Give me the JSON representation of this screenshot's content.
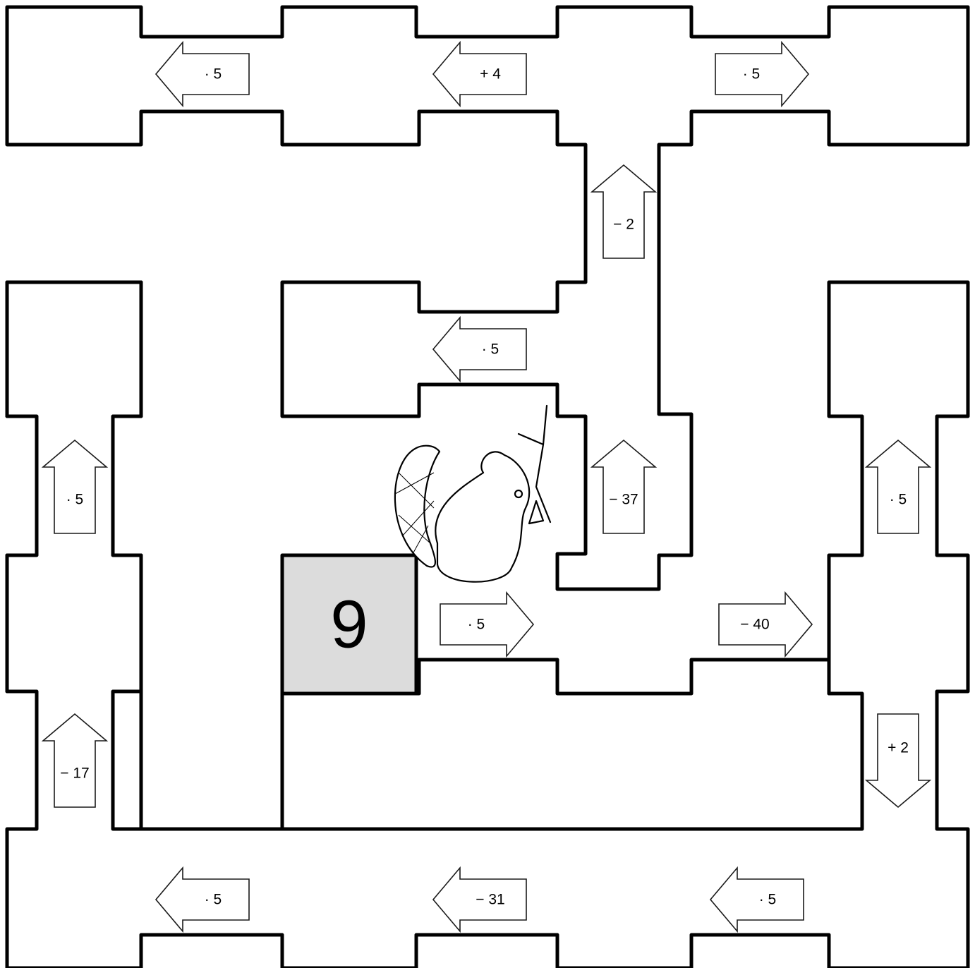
{
  "start": {
    "value": "9"
  },
  "operations": [
    {
      "id": "top-left",
      "label": "· 5",
      "direction": "left"
    },
    {
      "id": "top-mid",
      "label": "+ 4",
      "direction": "left"
    },
    {
      "id": "top-right",
      "label": "· 5",
      "direction": "right"
    },
    {
      "id": "upper-center-vertical",
      "label": "− 2",
      "direction": "up"
    },
    {
      "id": "center-upper",
      "label": "· 5",
      "direction": "left"
    },
    {
      "id": "left-upper",
      "label": "· 5",
      "direction": "up"
    },
    {
      "id": "center-right-vertical",
      "label": "− 37",
      "direction": "up"
    },
    {
      "id": "right-upper",
      "label": "· 5",
      "direction": "up"
    },
    {
      "id": "start-right",
      "label": "· 5",
      "direction": "right"
    },
    {
      "id": "mid-right",
      "label": "− 40",
      "direction": "right"
    },
    {
      "id": "left-lower",
      "label": "− 17",
      "direction": "up"
    },
    {
      "id": "right-lower",
      "label": "+ 2",
      "direction": "down"
    },
    {
      "id": "bottom-left",
      "label": "· 5",
      "direction": "left"
    },
    {
      "id": "bottom-mid",
      "label": "− 31",
      "direction": "left"
    },
    {
      "id": "bottom-right",
      "label": "· 5",
      "direction": "left"
    }
  ],
  "icons": {
    "mascot": "beaver-with-measuring-tape-icon"
  }
}
